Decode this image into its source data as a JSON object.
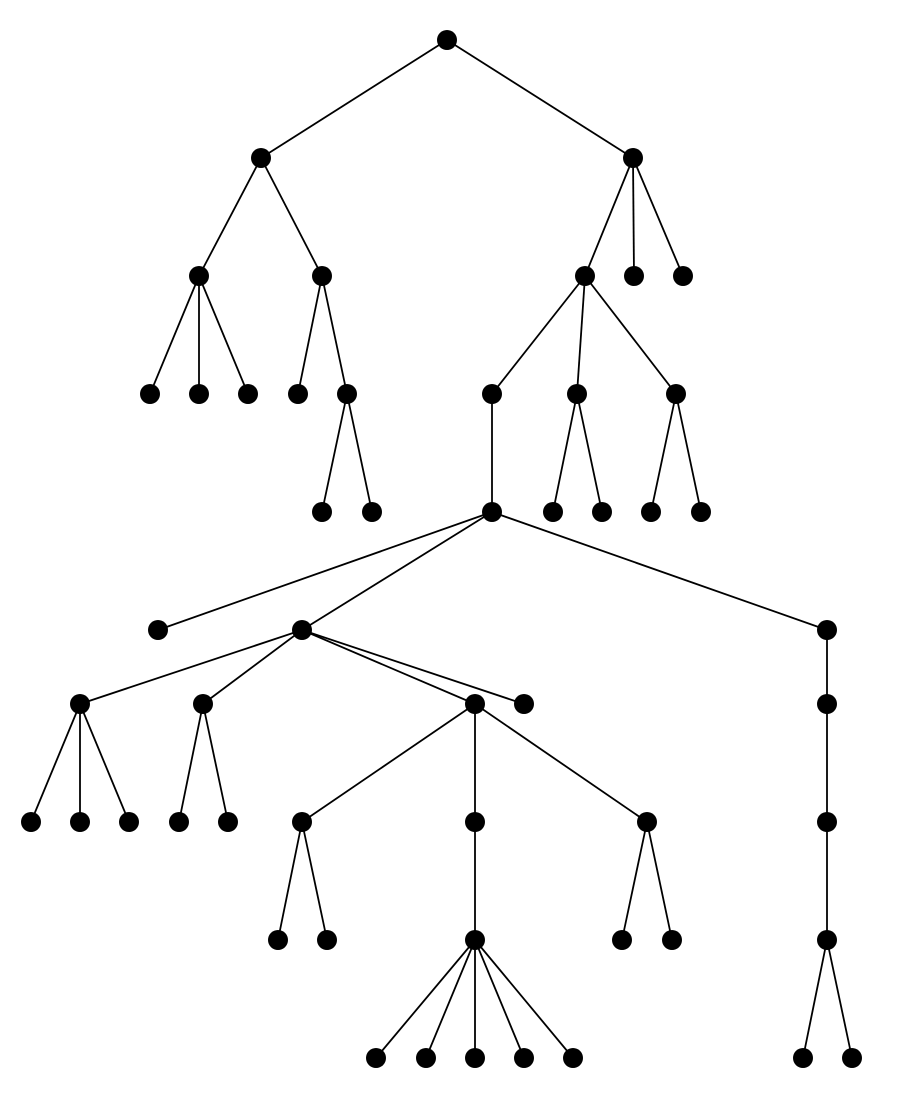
{
  "diagram": {
    "type": "rooted-tree",
    "colors": {
      "node": "#000000",
      "edge": "#000000",
      "background": "#ffffff"
    },
    "nodes": [
      "root",
      "a",
      "b",
      "a1",
      "a2",
      "b1",
      "b2",
      "b3",
      "a1x",
      "a1y",
      "a1z",
      "a2x",
      "a2y",
      "b1p",
      "b1q",
      "b1r",
      "a2y1",
      "a2y2",
      "hub",
      "b1q1",
      "b1q2",
      "b1r1",
      "b1r2",
      "h1",
      "h2",
      "h3",
      "c1",
      "c2",
      "c3",
      "c4",
      "d1",
      "c1a",
      "c1b",
      "c1c",
      "c2a",
      "c2b",
      "e1",
      "e2",
      "e3",
      "d2",
      "e1a",
      "e1b",
      "e2a",
      "e3a",
      "e3b",
      "d3",
      "f1",
      "f2",
      "f3",
      "f4",
      "f5",
      "d3a",
      "d3b"
    ],
    "edges": [
      [
        "root",
        "a"
      ],
      [
        "root",
        "b"
      ],
      [
        "a",
        "a1"
      ],
      [
        "a",
        "a2"
      ],
      [
        "b",
        "b1"
      ],
      [
        "b",
        "b2"
      ],
      [
        "b",
        "b3"
      ],
      [
        "a1",
        "a1x"
      ],
      [
        "a1",
        "a1y"
      ],
      [
        "a1",
        "a1z"
      ],
      [
        "a2",
        "a2x"
      ],
      [
        "a2",
        "a2y"
      ],
      [
        "a2y",
        "a2y1"
      ],
      [
        "a2y",
        "a2y2"
      ],
      [
        "b1",
        "b1p"
      ],
      [
        "b1",
        "b1q"
      ],
      [
        "b1",
        "b1r"
      ],
      [
        "b1p",
        "hub"
      ],
      [
        "b1q",
        "b1q1"
      ],
      [
        "b1q",
        "b1q2"
      ],
      [
        "b1r",
        "b1r1"
      ],
      [
        "b1r",
        "b1r2"
      ],
      [
        "hub",
        "h1"
      ],
      [
        "hub",
        "h2"
      ],
      [
        "hub",
        "h3"
      ],
      [
        "h2",
        "c1"
      ],
      [
        "h2",
        "c2"
      ],
      [
        "h2",
        "c3"
      ],
      [
        "h2",
        "c4"
      ],
      [
        "h3",
        "d1"
      ],
      [
        "c1",
        "c1a"
      ],
      [
        "c1",
        "c1b"
      ],
      [
        "c1",
        "c1c"
      ],
      [
        "c2",
        "c2a"
      ],
      [
        "c2",
        "c2b"
      ],
      [
        "c3",
        "e1"
      ],
      [
        "c3",
        "e2"
      ],
      [
        "c3",
        "e3"
      ],
      [
        "d1",
        "d2"
      ],
      [
        "e1",
        "e1a"
      ],
      [
        "e1",
        "e1b"
      ],
      [
        "e2",
        "e2a"
      ],
      [
        "e3",
        "e3a"
      ],
      [
        "e3",
        "e3b"
      ],
      [
        "d2",
        "d3"
      ],
      [
        "e2a",
        "f1"
      ],
      [
        "e2a",
        "f2"
      ],
      [
        "e2a",
        "f3"
      ],
      [
        "e2a",
        "f4"
      ],
      [
        "e2a",
        "f5"
      ],
      [
        "d3",
        "d3a"
      ],
      [
        "d3",
        "d3b"
      ]
    ]
  }
}
